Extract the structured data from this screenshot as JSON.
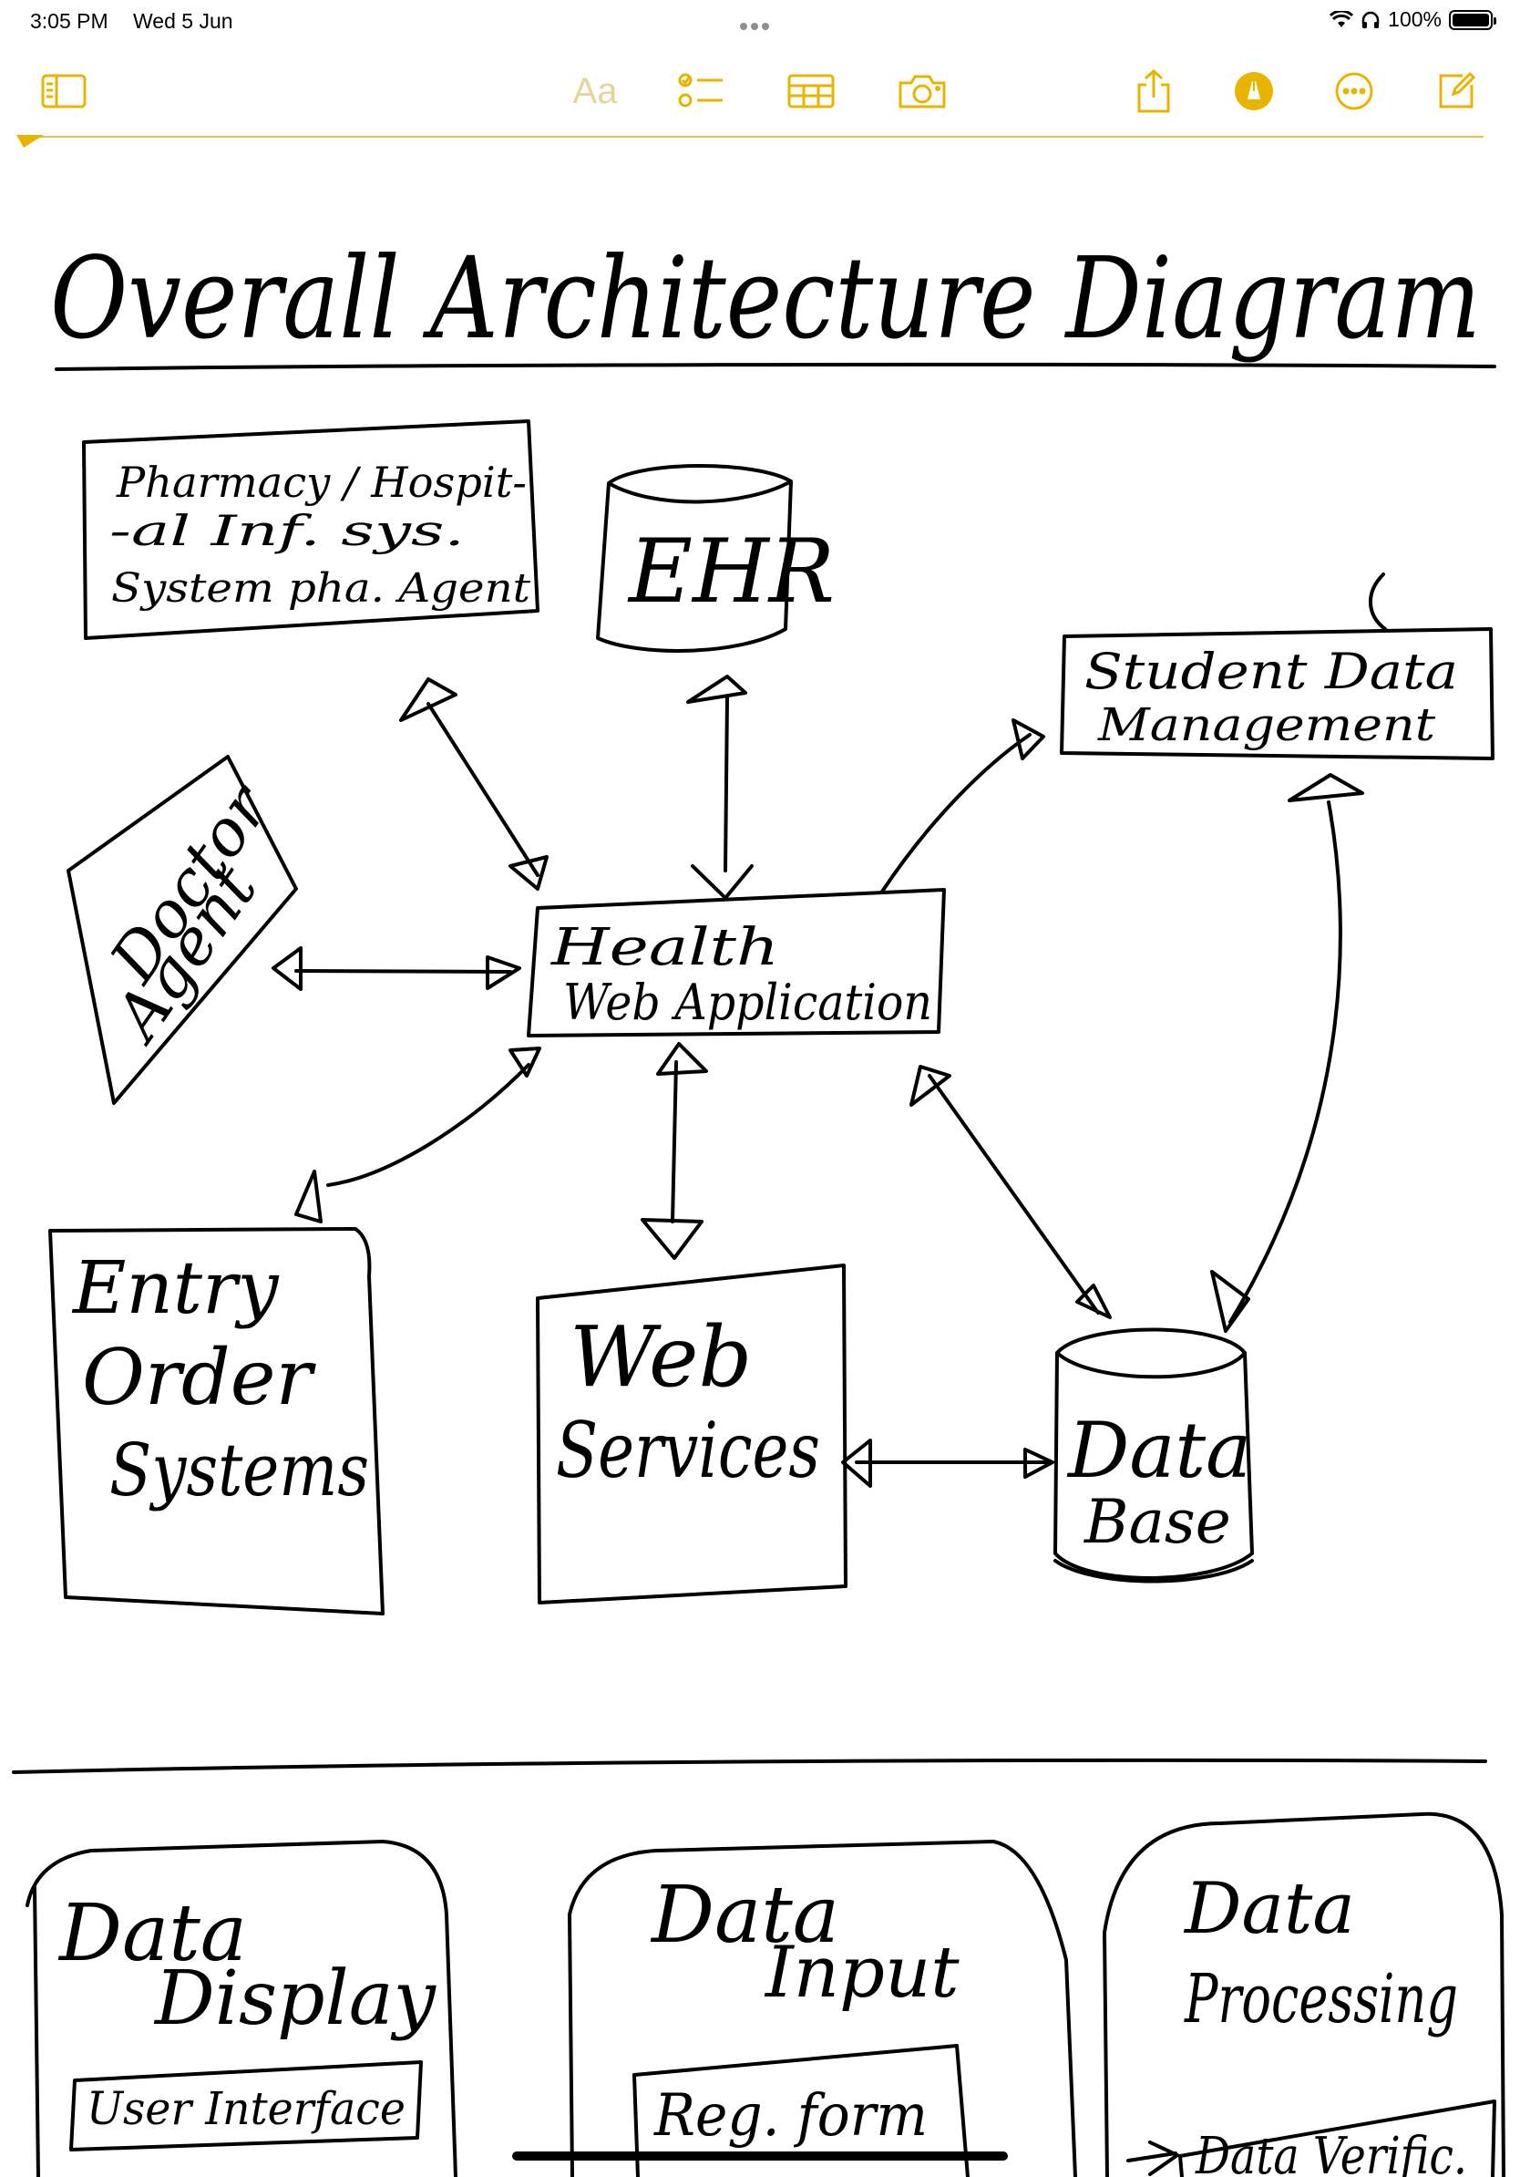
{
  "status_bar": {
    "time": "3:05 PM",
    "date": "Wed 5 Jun",
    "battery": "100%"
  },
  "toolbar": {
    "format_label": "Aa",
    "icons": [
      "sidebar-icon",
      "checklist-icon",
      "table-icon",
      "camera-icon",
      "share-icon",
      "markup-pen-icon",
      "more-icon",
      "compose-icon"
    ],
    "accent_color": "#e8b400"
  },
  "note": {
    "title": "Overall Architecture Diagram",
    "nodes": {
      "pharmacy": [
        "Pharmacy / Hospit-",
        "-al Inf. sys.",
        "System pha. Agent"
      ],
      "ehr": "EHR",
      "student": [
        "Student Data",
        "Management"
      ],
      "doctor": [
        "Doctor",
        "Agent"
      ],
      "health": [
        "Health",
        "Web Application"
      ],
      "entry": [
        "Entry",
        "Order",
        "Systems"
      ],
      "web_services": [
        "Web",
        "Services"
      ],
      "database": [
        "Data",
        "Base"
      ],
      "data_display": [
        "Data",
        "Display"
      ],
      "user_interface": "User Interface",
      "data_input": [
        "Data",
        "Input"
      ],
      "reg_form": "Reg. form",
      "data_processing": [
        "Data",
        "Processing"
      ],
      "data_verific": "Data Verific."
    }
  }
}
